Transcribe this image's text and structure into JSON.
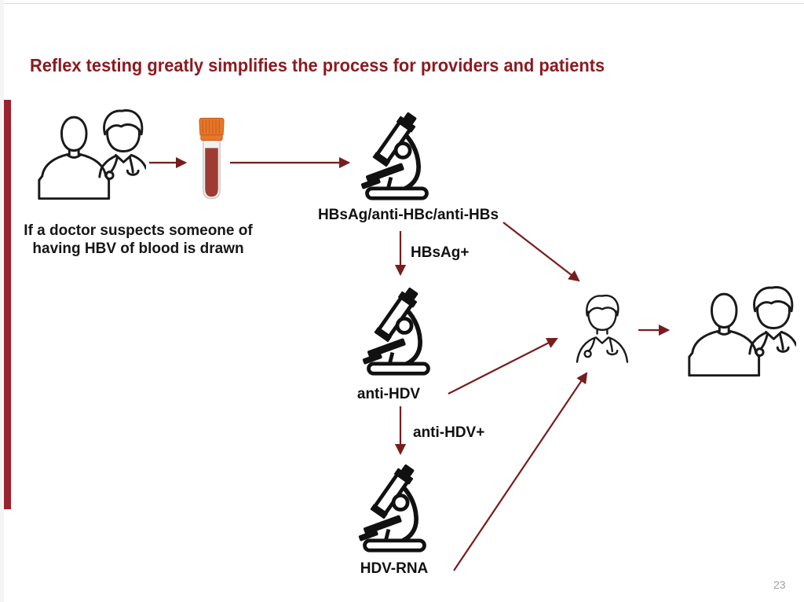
{
  "slide": {
    "title": "Reflex testing greatly simplifies the process for providers and patients",
    "page_number": "23"
  },
  "flow": {
    "intro_caption": "If a doctor suspects someone of having HBV of blood is drawn",
    "tests": [
      {
        "label": "HBsAg/anti-HBc/anti-HBs"
      },
      {
        "label": "anti-HDV"
      },
      {
        "label": "HDV-RNA"
      }
    ],
    "branches": [
      {
        "label": "HBsAg+"
      },
      {
        "label": "anti-HDV+"
      }
    ],
    "icons": {
      "start": "patient-doctor-icon",
      "sample": "blood-tube-icon",
      "tests": "microscope-icon",
      "review": "doctor-icon",
      "end": "patient-doctor-icon"
    }
  },
  "colors": {
    "title_color": "#8C1A1F",
    "arrow_color": "#771D1D",
    "accent_bar_color": "#9C202E",
    "tube_cap_color": "#E8772B",
    "blood_color": "#9E3C33",
    "label_color": "#111111",
    "page_number_color": "#9E9E9E"
  }
}
